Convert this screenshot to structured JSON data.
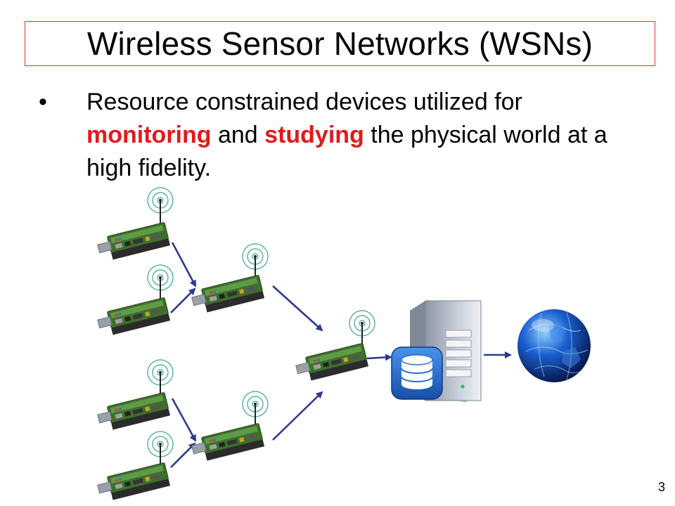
{
  "slide": {
    "title": "Wireless Sensor Networks (WSNs)",
    "bullet": {
      "marker": "•",
      "segments": [
        {
          "text": "Resource constrained devices utilized for ",
          "highlight": false
        },
        {
          "text": "monitoring",
          "highlight": true
        },
        {
          "text": " and ",
          "highlight": false
        },
        {
          "text": "studying",
          "highlight": true
        },
        {
          "text": " the physical world at a high fidelity.",
          "highlight": false
        }
      ]
    },
    "page_number": "3"
  },
  "colors": {
    "title_border": "#e03030",
    "highlight_text": "#e11a1a",
    "arrow": "#2e3a8c",
    "antenna_rings": "#3aa88a",
    "pcb": "#4f8a3a",
    "server": "#bcc4d0",
    "database": "#2a6fd1",
    "globe": "#1a5fd0"
  },
  "diagram": {
    "nodes": [
      {
        "id": "sensor-1",
        "icon": "sensor-mote-icon"
      },
      {
        "id": "sensor-2",
        "icon": "sensor-mote-icon"
      },
      {
        "id": "sensor-3",
        "icon": "sensor-mote-icon"
      },
      {
        "id": "sensor-4",
        "icon": "sensor-mote-icon"
      },
      {
        "id": "relay-upper",
        "icon": "sensor-mote-icon"
      },
      {
        "id": "relay-lower",
        "icon": "sensor-mote-icon"
      },
      {
        "id": "sink",
        "icon": "sensor-mote-icon"
      },
      {
        "id": "server",
        "icon": "server-database-icon"
      },
      {
        "id": "internet",
        "icon": "globe-icon"
      }
    ],
    "edges": [
      {
        "from": "sensor-1",
        "to": "relay-upper"
      },
      {
        "from": "sensor-2",
        "to": "relay-upper"
      },
      {
        "from": "sensor-3",
        "to": "relay-lower"
      },
      {
        "from": "sensor-4",
        "to": "relay-lower"
      },
      {
        "from": "relay-upper",
        "to": "sink"
      },
      {
        "from": "relay-lower",
        "to": "sink"
      },
      {
        "from": "sink",
        "to": "server"
      },
      {
        "from": "server",
        "to": "internet"
      }
    ]
  }
}
